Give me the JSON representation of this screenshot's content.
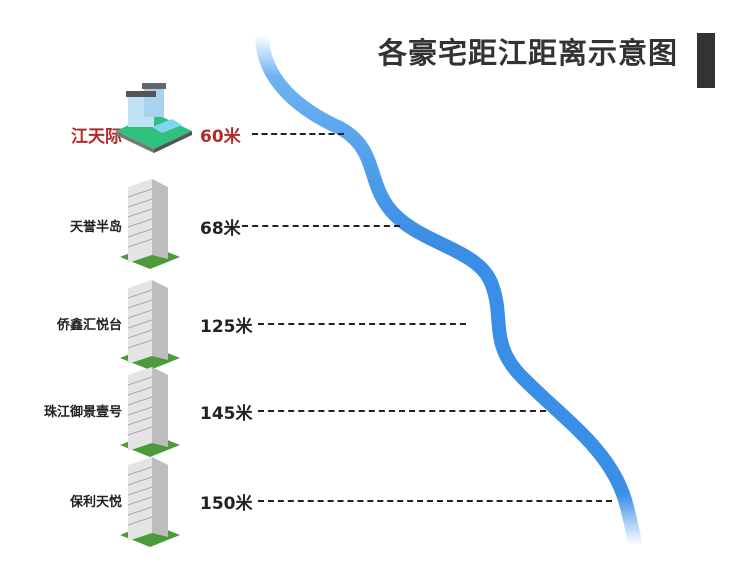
{
  "title": "各豪宅距江距离示意图",
  "colors": {
    "river": "#3a8ee6",
    "highlight": "#b22a2a",
    "text": "#222222"
  },
  "properties": [
    {
      "name": "江天际",
      "distance": "60米",
      "meters": 60,
      "highlight": true,
      "icon": "villa-icon"
    },
    {
      "name": "天誉半岛",
      "distance": "68米",
      "meters": 68,
      "highlight": false,
      "icon": "tower-icon"
    },
    {
      "name": "侨鑫汇悦台",
      "distance": "125米",
      "meters": 125,
      "highlight": false,
      "icon": "tower-icon"
    },
    {
      "name": "珠江御景壹号",
      "distance": "145米",
      "meters": 145,
      "highlight": false,
      "icon": "tower-icon"
    },
    {
      "name": "保利天悦",
      "distance": "150米",
      "meters": 150,
      "highlight": false,
      "icon": "tower-icon"
    }
  ]
}
